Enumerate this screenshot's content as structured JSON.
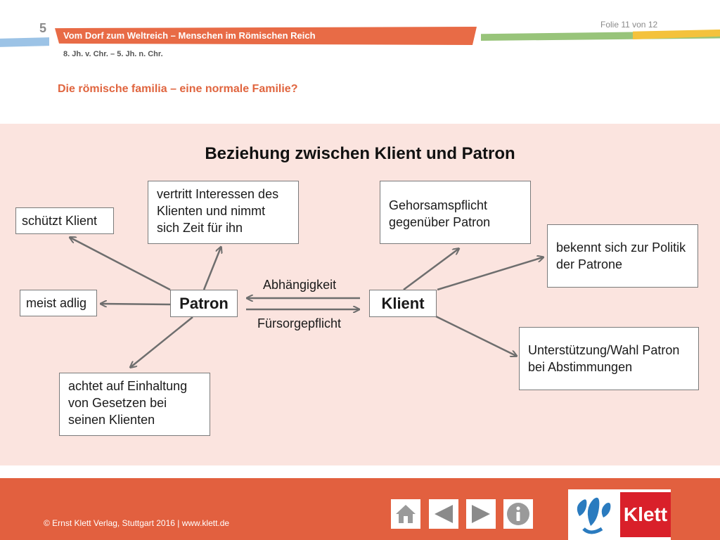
{
  "header": {
    "chapter_number": "5",
    "slide_counter": "Folie 11 von 12",
    "banner_title": "Vom Dorf zum Weltreich – Menschen im Römischen Reich",
    "epoch": "8. Jh. v. Chr. – 5. Jh. n. Chr.",
    "page_title": "Die römische familia – eine normale Familie?"
  },
  "diagram": {
    "heading": "Beziehung zwischen Klient und Patron",
    "center_left": "Patron",
    "center_right": "Klient",
    "edge_top": "Abhängigkeit",
    "edge_bottom": "Fürsorgepflicht",
    "patron_nodes": [
      "schützt Klient",
      "vertritt Interessen des Klienten und nimmt sich Zeit für ihn",
      "meist adlig",
      "achtet auf Einhaltung von Gesetzen bei seinen Klienten"
    ],
    "klient_nodes": [
      "Gehorsamspflicht gegenüber Patron",
      "bekennt sich zur Politik der Patrone",
      "Unterstützung/Wahl Patron bei Abstimmungen"
    ]
  },
  "footer": {
    "copyright": "© Ernst Klett Verlag, Stuttgart 2016 | www.klett.de",
    "nav_icons": [
      "home-icon",
      "previous-icon",
      "next-icon",
      "info-icon"
    ],
    "logo_text": "Klett"
  },
  "colors": {
    "accent_orange": "#e86b46",
    "diagram_background": "#fbe4df",
    "footer": "#e2603f",
    "logo_red": "#d9202a"
  }
}
